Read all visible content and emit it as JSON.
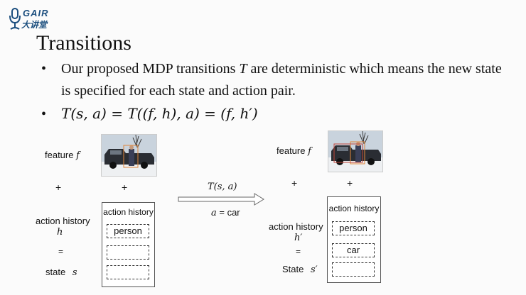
{
  "logo": {
    "top": "GAIR",
    "bottom": "大讲堂"
  },
  "title": "Transitions",
  "bullets": {
    "b1_pre": "Our proposed MDP transitions ",
    "b1_var": "T",
    "b1_post": " are deterministic which means the new state",
    "b1_line2": "is specified for each state and action pair.",
    "b2_math": "T(s, a) = T((f, h), a) = (f, h′)"
  },
  "left": {
    "feature_label": "feature",
    "feature_var": "f",
    "plus": "+",
    "action_history_label": "action history",
    "action_history_var": "h",
    "equals": "=",
    "state_label": "state",
    "state_var": "s",
    "box_title": "action history",
    "slots": [
      "person",
      "",
      ""
    ]
  },
  "arrow": {
    "top": "T(s, a)",
    "bottom_var": "a",
    "bottom_eq": " = car"
  },
  "right": {
    "feature_label": "feature",
    "feature_var": "f",
    "plus": "+",
    "action_history_label": "action history",
    "action_history_var": "h′",
    "equals": "=",
    "state_label": "State",
    "state_var": "s′",
    "box_title": "action history",
    "slots": [
      "person",
      "car",
      ""
    ]
  },
  "colors": {
    "logo": "#1b4e7e",
    "truck": "#2a2d33",
    "box_person": "#e0853a",
    "box_car": "#c0463a"
  }
}
